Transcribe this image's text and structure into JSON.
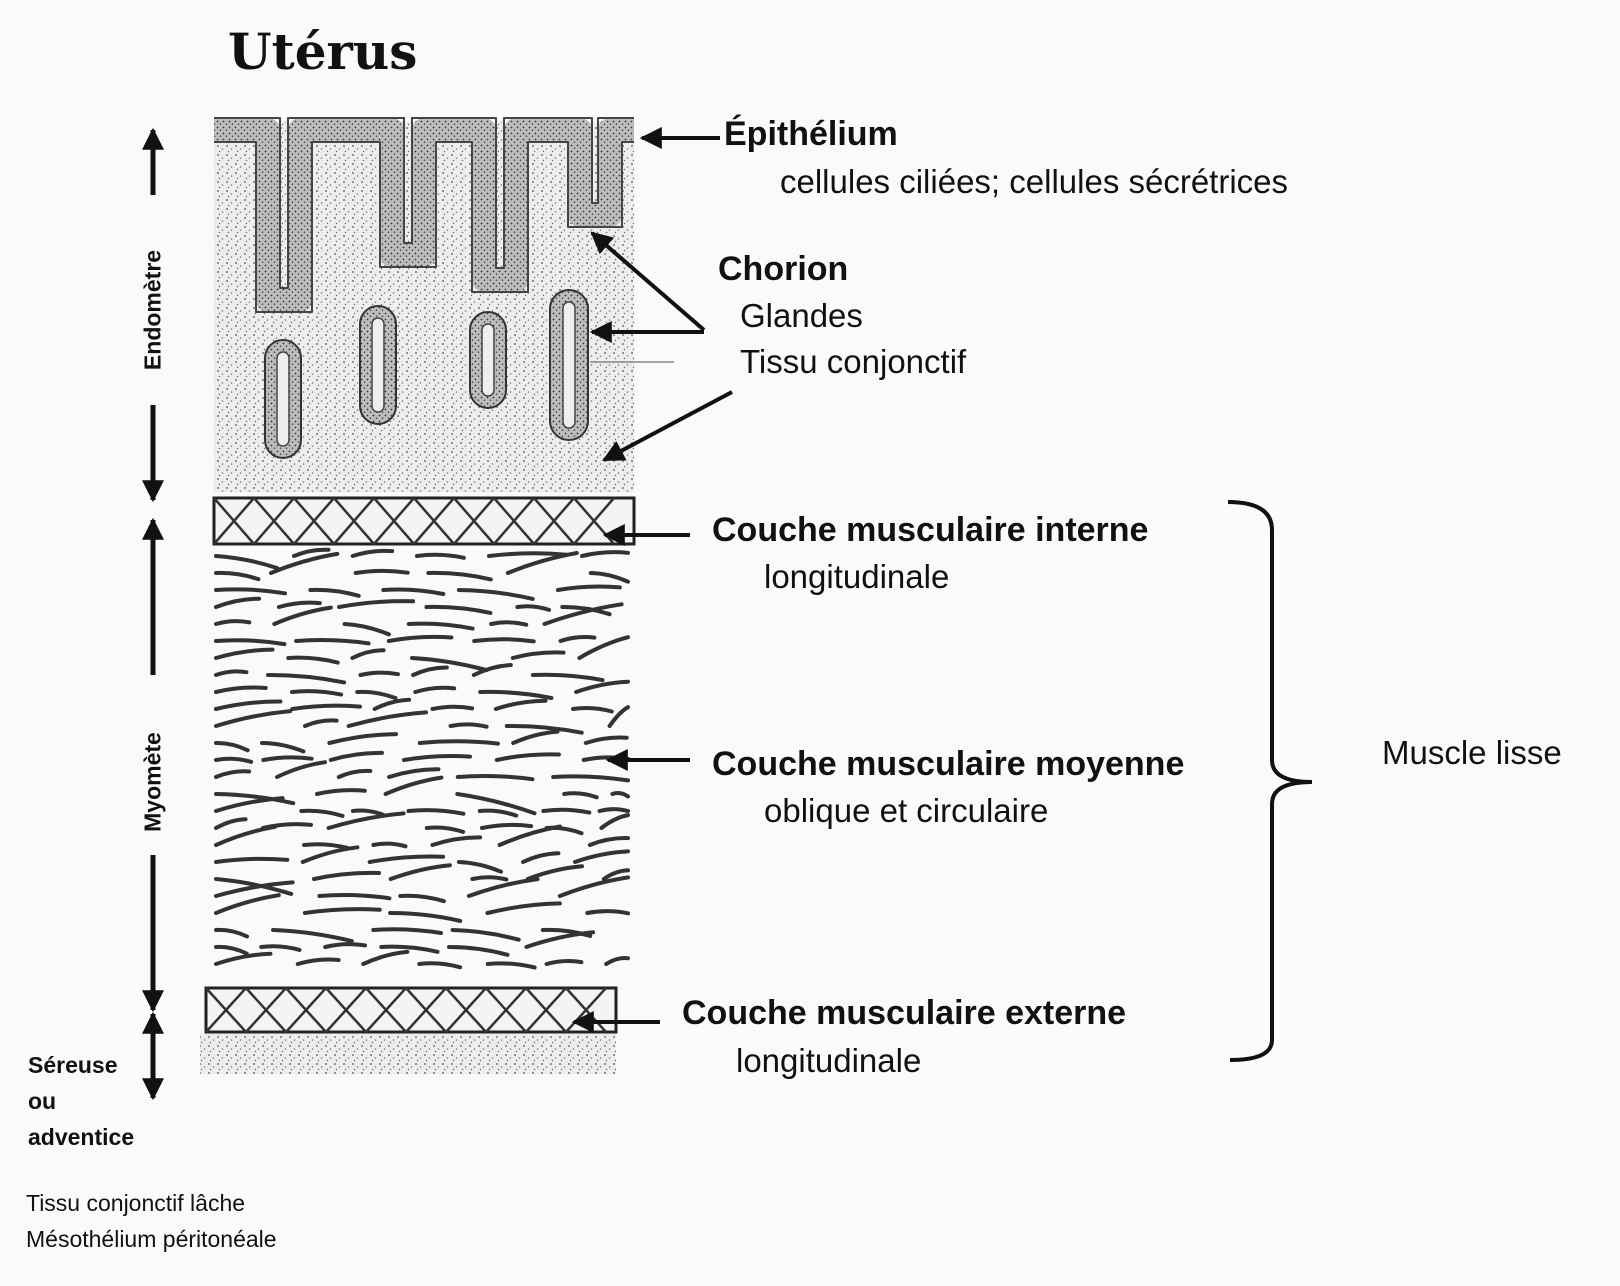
{
  "title": "Utérus",
  "labels": {
    "epithelium": "Épithélium",
    "epithelium_desc": "cellules ciliées; cellules sécrétrices",
    "chorion": "Chorion",
    "chorion_glandes": "Glandes",
    "chorion_tissu": "Tissu conjonctif",
    "couche_interne": "Couche musculaire interne",
    "couche_interne_desc": "longitudinale",
    "couche_moyenne": "Couche musculaire moyenne",
    "couche_moyenne_desc": "oblique et circulaire",
    "couche_externe": "Couche musculaire externe",
    "couche_externe_desc": "longitudinale",
    "muscle_lisse": "Muscle lisse"
  },
  "layers": {
    "endometre": "Endomètre",
    "myometre": "Myomète",
    "sereuse_1": "Séreuse",
    "sereuse_2": "ou",
    "sereuse_3": "adventice"
  },
  "footnote": {
    "line1": "Tissu conjonctif lâche",
    "line2": "Mésothélium péritonéale"
  }
}
